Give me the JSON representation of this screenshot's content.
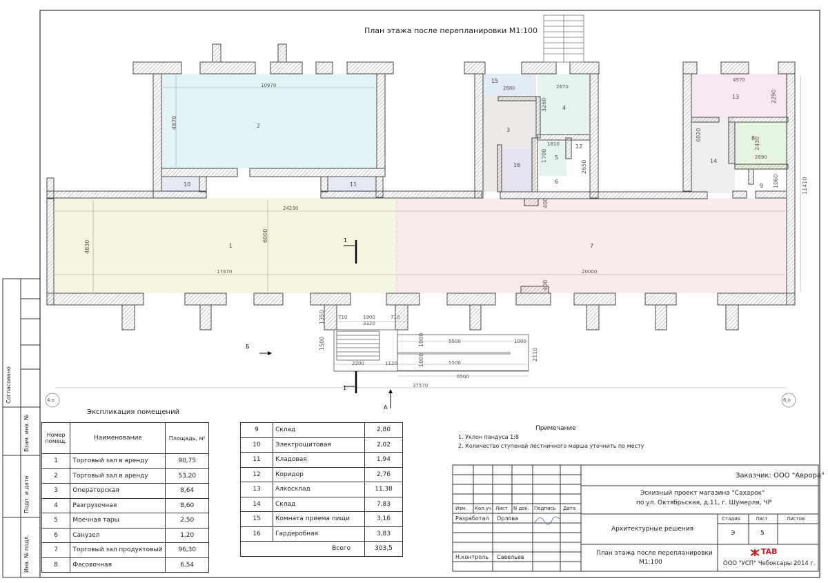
{
  "plan": {
    "title": "План этажа после перепланировки  М1:100",
    "room_numbers": [
      "1",
      "2",
      "3",
      "4",
      "5",
      "6",
      "7",
      "8",
      "9",
      "10",
      "11",
      "12",
      "13",
      "14",
      "15",
      "16"
    ],
    "dims": {
      "d10970": "10970",
      "d4870": "4870",
      "d24230": "24230",
      "d6000": "6000",
      "d4830": "4830",
      "d17370": "17370",
      "d20000": "20000",
      "d2680": "2680",
      "d2670": "2670",
      "d3260": "3260",
      "d1810": "1810",
      "d1700": "1700",
      "d2650": "2650",
      "d4970": "4970",
      "d2290": "2290",
      "d6020": "6020",
      "d2430": "2430",
      "d2690": "2690",
      "d1060": "1060",
      "d11410": "11410",
      "d400a": "400",
      "d400b": "400",
      "d1350": "1350",
      "d710a": "710",
      "d1900": "1900",
      "d710b": "710",
      "d3320": "3320",
      "d1500": "1500",
      "d2200": "2200",
      "d1120": "1120",
      "d1000a": "1000",
      "d5500a": "5500",
      "d1000b": "1000",
      "d1000c": "1000",
      "d5500b": "5500",
      "d2110": "2110",
      "d6500": "6500",
      "d37570": "37570"
    },
    "section_marks": {
      "one": "1",
      "one_b": "1",
      "b": "Б",
      "a": "А"
    },
    "axis_left": "4.о",
    "axis_right": "6.о"
  },
  "stamp_left": {
    "agreed": "Согласовано",
    "vzam": "Взам. инв. №",
    "sign_date": "Подп. и дата",
    "inv": "Инв. № подл."
  },
  "explication": {
    "title": "Экспликация помещений",
    "headers": {
      "num": "Номер помещ.",
      "name": "Наименование",
      "area": "Площадь, м²"
    },
    "rows": [
      {
        "n": "1",
        "name": "Торговый зал в аренду",
        "area": "90,75"
      },
      {
        "n": "2",
        "name": "Торговый зал в аренду",
        "area": "53,20"
      },
      {
        "n": "3",
        "name": "Операторская",
        "area": "8,64"
      },
      {
        "n": "4",
        "name": "Разгрузочная",
        "area": "8,60"
      },
      {
        "n": "5",
        "name": "Моечная тары",
        "area": "2,50"
      },
      {
        "n": "6",
        "name": "Санузел",
        "area": "1,20"
      },
      {
        "n": "7",
        "name": "Торговый зал продуктовый",
        "area": "96,30"
      },
      {
        "n": "8",
        "name": "Фасовочная",
        "area": "6,54"
      }
    ],
    "rows2": [
      {
        "n": "9",
        "name": "Склад",
        "area": "2,80"
      },
      {
        "n": "10",
        "name": "Электрощитовая",
        "area": "2,02"
      },
      {
        "n": "11",
        "name": "Кладовая",
        "area": "1,94"
      },
      {
        "n": "12",
        "name": "Коридор",
        "area": "2,76"
      },
      {
        "n": "13",
        "name": "Алкосклад",
        "area": "11,38"
      },
      {
        "n": "14",
        "name": "Склад",
        "area": "7,83"
      },
      {
        "n": "15",
        "name": "Комната приема пищи",
        "area": "3,16"
      },
      {
        "n": "16",
        "name": "Гардеробная",
        "area": "3,83"
      }
    ],
    "total_label": "Всего",
    "total": "303,5"
  },
  "notes": {
    "title": "Примечание",
    "items": [
      "1.    Уклон пандуса 1:8",
      "2.    Количество ступеней лестничного марша уточнить по месту"
    ]
  },
  "title_block": {
    "customer": "Заказчик: ООО \"Аврора\"",
    "project_line1": "Эскизный проект магазина \"Сахарок\"",
    "project_line2": "по ул. Октябрьская, д.11, г. Шумерля, ЧР",
    "col_izm": "Изм.",
    "col_kol": "Кол.уч",
    "col_list": "Лист",
    "col_ndok": "N док.",
    "col_podp": "Подпись",
    "col_data": "Дата",
    "role_dev": "Разработал",
    "name_dev": "Орлова",
    "role_ctrl": "Н.контроль",
    "name_ctrl": "Савельев",
    "section": "Архитектурные решения",
    "stage_h": "Стадия",
    "sheet_h": "Лист",
    "sheets_h": "Листов",
    "stage": "Э",
    "sheet": "5",
    "drawing_l1": "План этажа после перепланировки",
    "drawing_l2": "М1:100",
    "logo": "TAB",
    "org": "ООО \"УСП\" Чебоксары 2014 г."
  },
  "colors": {
    "r1": "#f6f6de",
    "r2": "#e3f4f7",
    "r3": "#ece8e6",
    "r4": "#e4f3ee",
    "r7": "#fbeaea",
    "r8": "#e6f5e0",
    "r13": "#f8e6f3",
    "r15": "#e2ecf6",
    "r16": "#e8e3f3",
    "r10": "#e6eaf5",
    "r9": "#eeeeee",
    "wall": "#555"
  }
}
